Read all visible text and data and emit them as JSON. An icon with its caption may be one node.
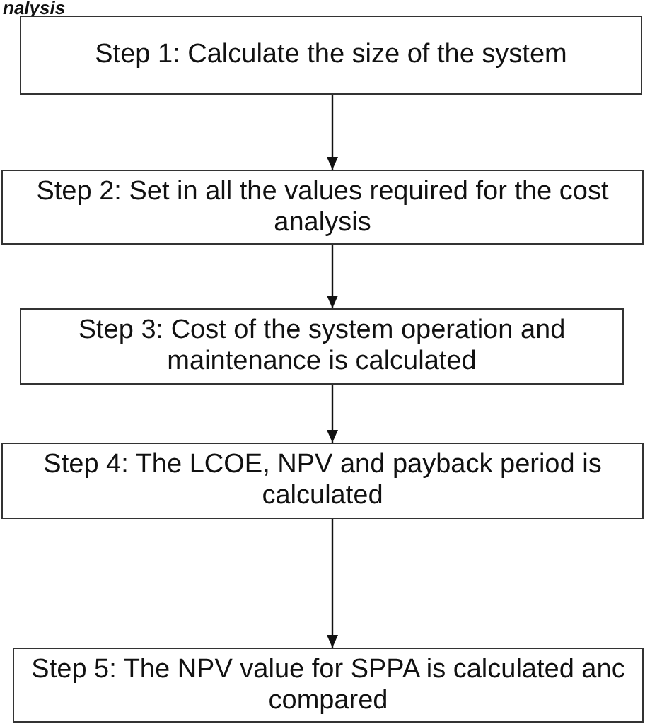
{
  "diagram": {
    "title": "nalysis",
    "nodes": [
      {
        "text": [
          "Step 1: Calculate the size of the system"
        ]
      },
      {
        "text": [
          "Step 2:  Set in all the values required for the cost analysis"
        ]
      },
      {
        "text": [
          "Step 3: Cost of the system operation and maintenance is calculated"
        ]
      },
      {
        "text": [
          "Step 4: The LCOE, NPV and payback period is calculated"
        ]
      },
      {
        "text": [
          "Step 5: The NPV value for SPPA is calculated anc compared"
        ]
      }
    ],
    "edges": [
      {
        "from": 0,
        "to": 1,
        "arrow": "to"
      },
      {
        "from": 1,
        "to": 2,
        "arrow": "to"
      },
      {
        "from": 2,
        "to": 3,
        "arrow": "to"
      },
      {
        "from": 3,
        "to": 4,
        "arrow": "to"
      }
    ]
  }
}
